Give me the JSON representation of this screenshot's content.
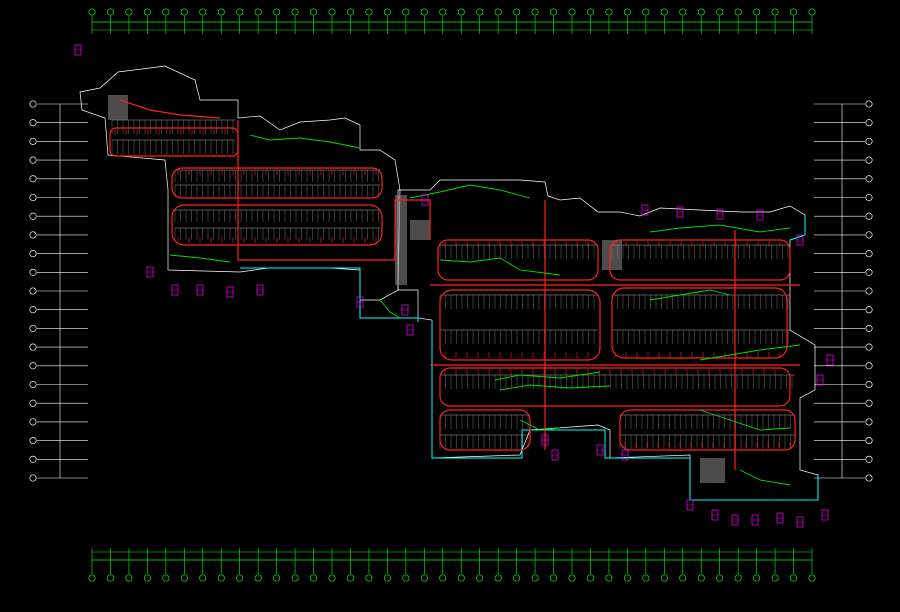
{
  "drawing": {
    "title": "",
    "scale": "",
    "notes": [
      "",
      ""
    ]
  },
  "colors": {
    "background": "#000000",
    "grid_axis": "#00ff00",
    "outline": "#ffffff",
    "fire_pipe": "#ff2020",
    "green_pipe": "#00dd00",
    "dim_tag": "#ff00ff",
    "boundary": "#00ffff",
    "parking": "#cfcfcf",
    "core_hatch": "#909090"
  },
  "axes": {
    "top_count": 40,
    "bottom_count": 40,
    "left_count": 21,
    "right_count": 21
  }
}
